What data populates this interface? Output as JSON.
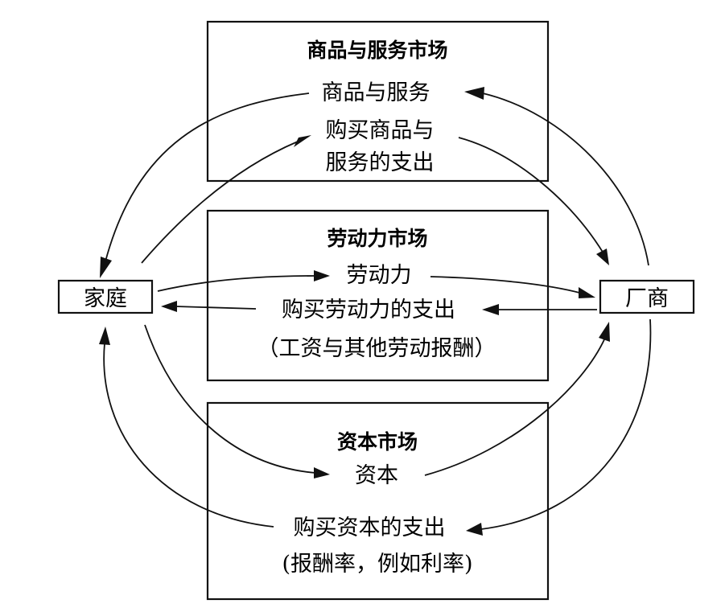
{
  "diagram": {
    "goods_market": {
      "title": "商品与服务市场",
      "goods_services": "商品与服务",
      "spending_line1": "购买商品与",
      "spending_line2": "服务的支出"
    },
    "labor_market": {
      "title": "劳动力市场",
      "labor": "劳动力",
      "spending": "购买劳动力的支出",
      "spending_note": "（工资与其他劳动报酬）"
    },
    "capital_market": {
      "title": "资本市场",
      "capital": "资本",
      "spending": "购买资本的支出",
      "spending_note": "(报酬率，例如利率)"
    },
    "households": "家庭",
    "firms": "厂商"
  }
}
